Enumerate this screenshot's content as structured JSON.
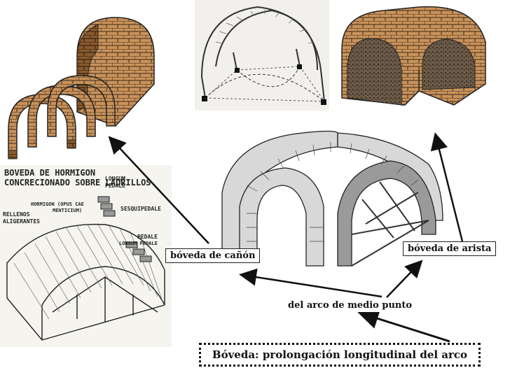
{
  "labels": {
    "barrel_vault": "bóveda de cañón",
    "groin_vault": "bóveda de arista",
    "semicircular_arch": "del arco de medio punto",
    "definition": "Bóveda: prolongación longitudinal del arco"
  },
  "drawing_text": {
    "title_line1": "BOVEDA DE HORMIGON",
    "title_line2": "CONCRECIONADO SOBRE LADRILLOS",
    "rellenos": "RELLENOS",
    "aligerantes": "ALIGERANTES",
    "hormigon": "HORMIGON (OPUS CAE",
    "hormigon2": "MENTICIUM)",
    "longum": "LONGUM",
    "pedale": "PEDALE",
    "sesquipedale": "SESQUIPEDALE",
    "pedale2": "PEDALE",
    "longum_pedale": "LONGUM PEDALE"
  },
  "colors": {
    "brick": "#c9925a",
    "brick_dark": "#8a5a2c",
    "mortar": "#3a2a1a",
    "line": "#222222",
    "stone_gray": "#b8b8b8"
  }
}
